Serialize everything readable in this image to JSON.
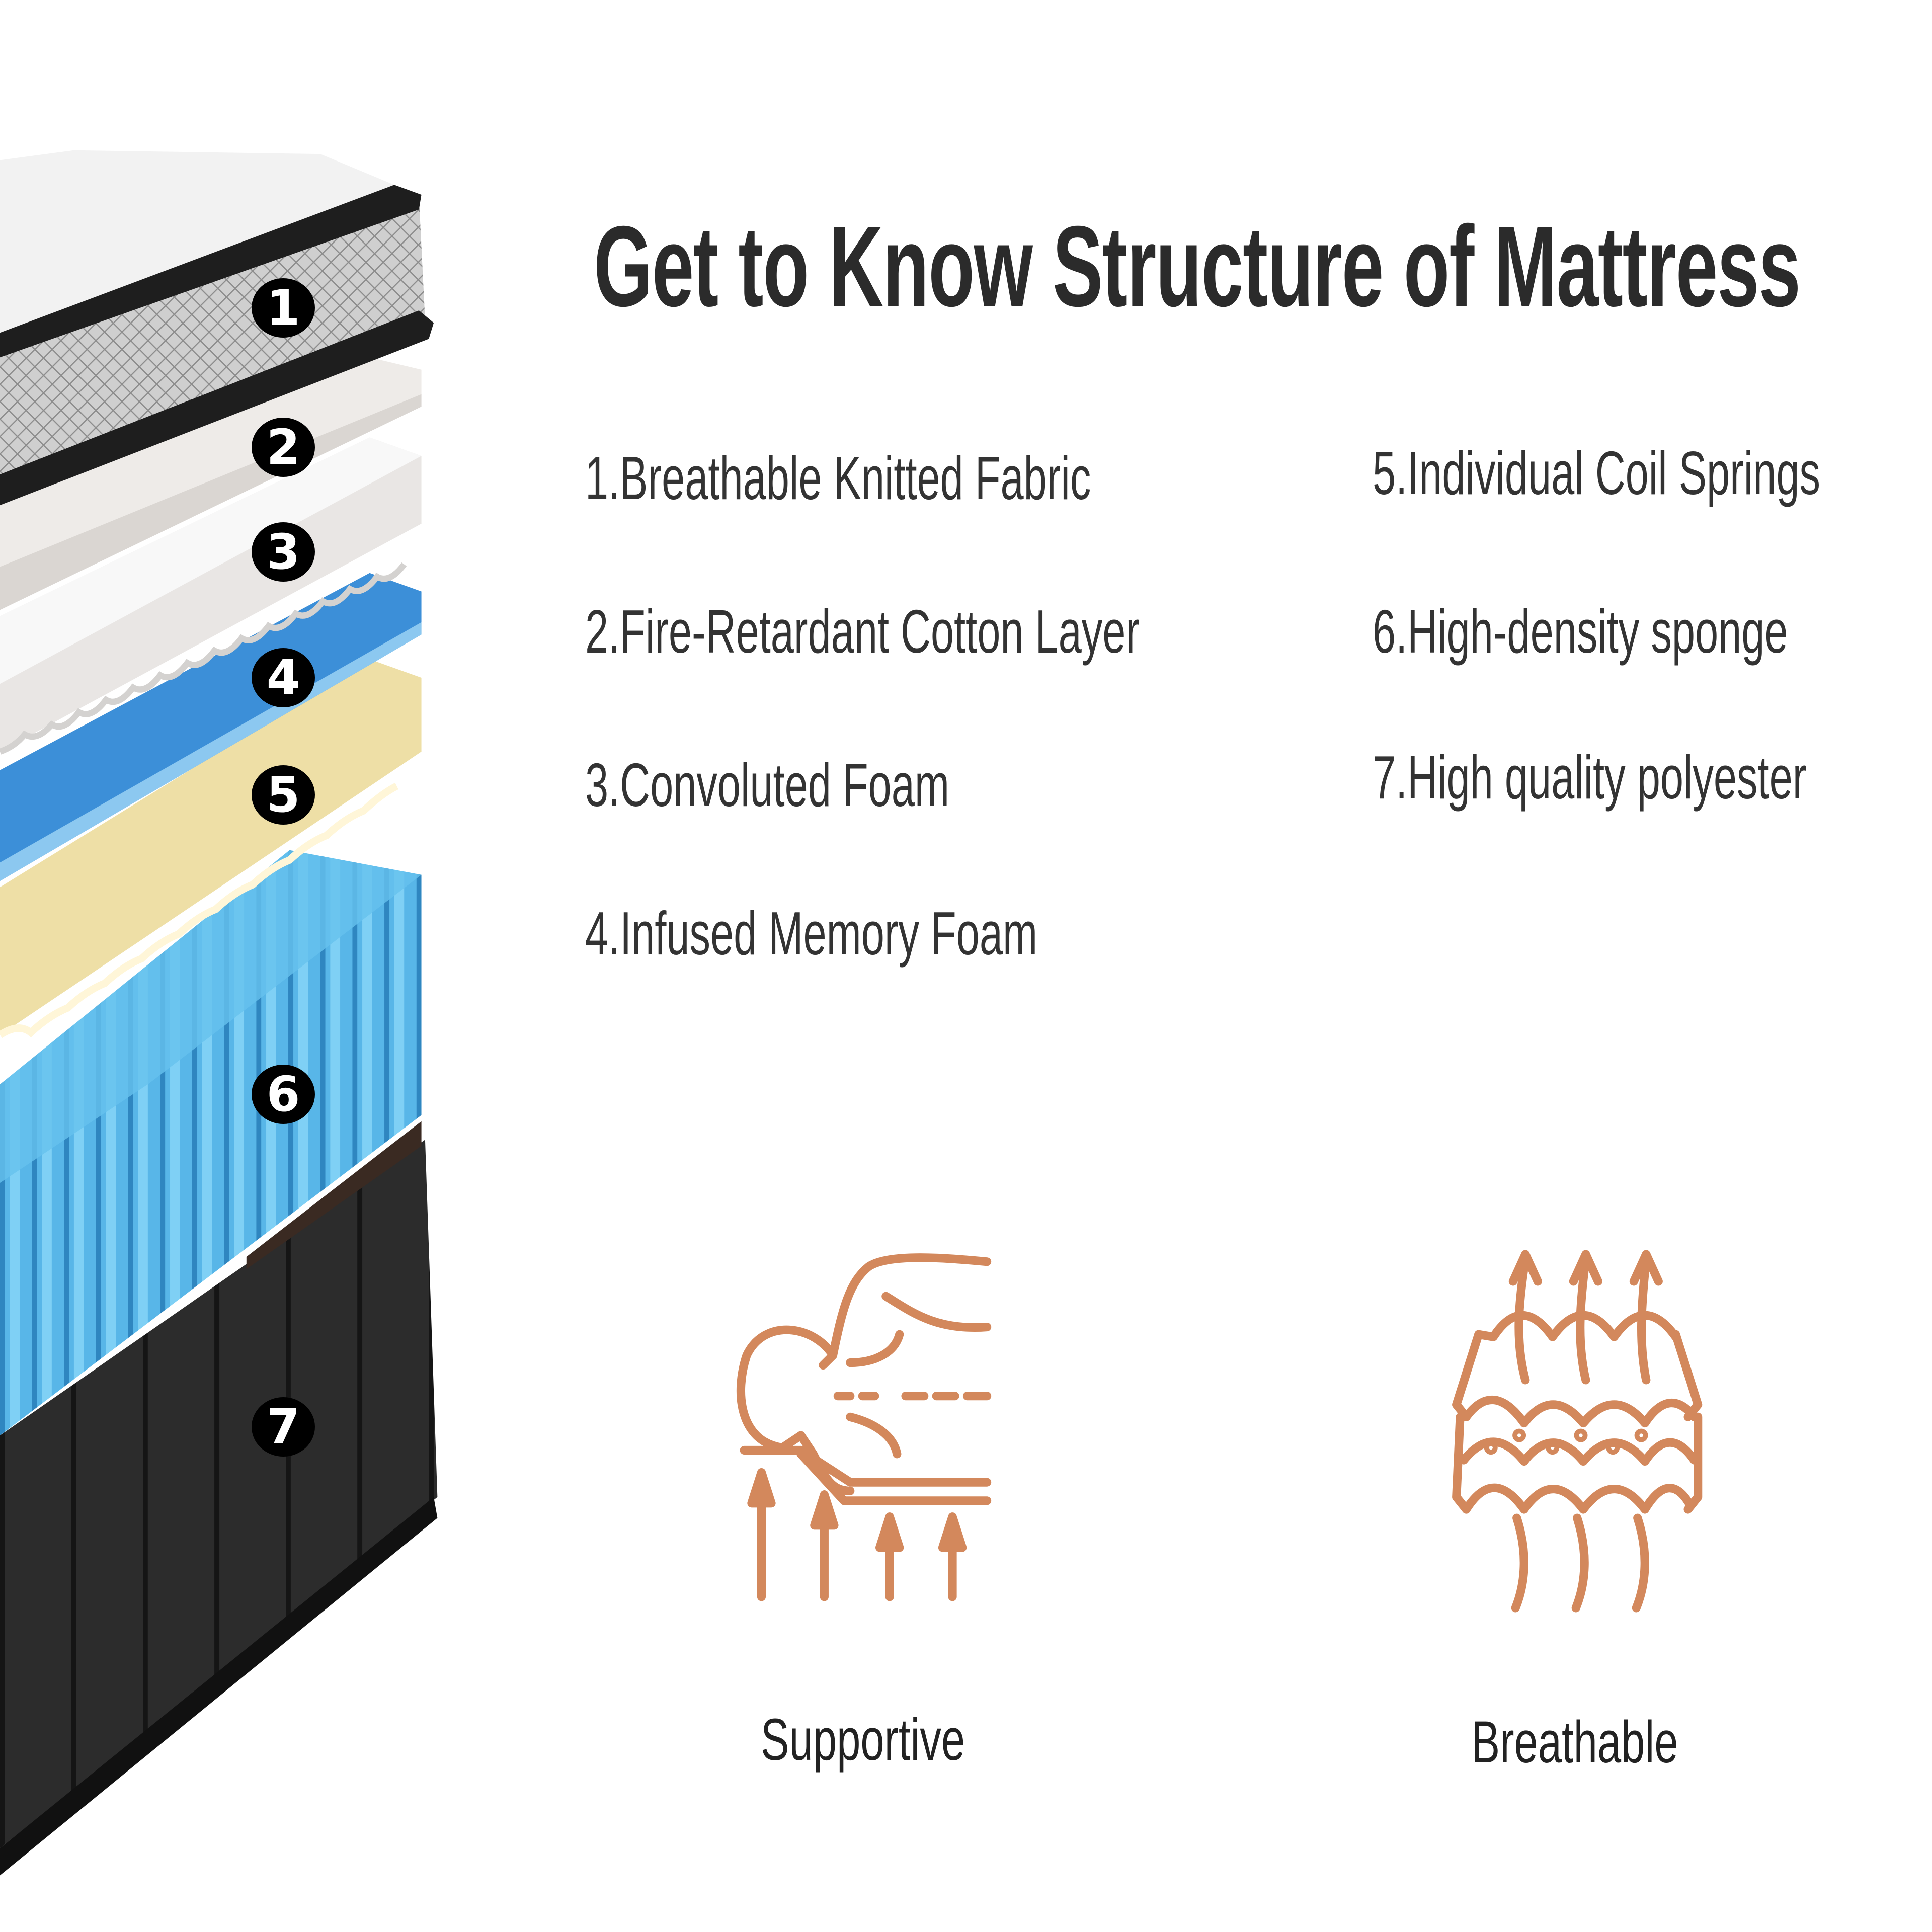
{
  "title": "Get to Know Structure of Mattress",
  "layers": [
    {
      "number": "1",
      "label": "1.Breathable Knitted Fabric"
    },
    {
      "number": "2",
      "label": "2.Fire-Retardant Cotton Layer"
    },
    {
      "number": "3",
      "label": "3.Convoluted Foam"
    },
    {
      "number": "4",
      "label": "4.Infused Memory Foam"
    },
    {
      "number": "5",
      "label": "5.Individual Coil Springs"
    },
    {
      "number": "6",
      "label": "6.High-density sponge"
    },
    {
      "number": "7",
      "label": "7.High quality polyester"
    }
  ],
  "features": [
    {
      "label": "Supportive",
      "icon": "supportive-body-icon"
    },
    {
      "label": "Breathable",
      "icon": "breathable-layers-icon"
    }
  ],
  "colors": {
    "icon": "#D3885C",
    "text": "#2f2f2f",
    "coil_blue": "#5BB8E8",
    "memory_blue": "#3C8FD8",
    "yellow_foam": "#EEDFA6",
    "base_black": "#2a2a2a"
  }
}
